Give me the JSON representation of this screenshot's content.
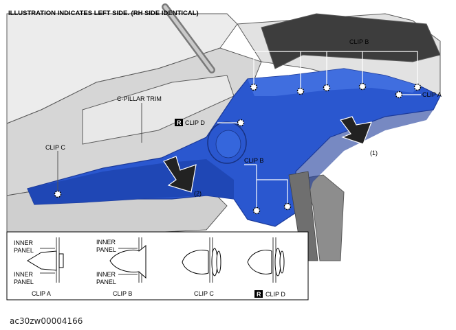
{
  "header": {
    "note": "ILLUSTRATION INDICATES LEFT SIDE. (RH SIDE IDENTICAL)"
  },
  "labels": {
    "clip_b_top": "CLIP B",
    "clip_a": "CLIP A",
    "c_pillar_trim": "C-PILLAR TRIM",
    "clip_d": "CLIP D",
    "clip_c": "CLIP C",
    "clip_b_mid": "CLIP B",
    "step_1": "(1)",
    "step_2": "(2)",
    "r_mark": "R"
  },
  "inset": {
    "inner_panel_a_top": [
      "INNER",
      "PANEL"
    ],
    "inner_panel_a_bottom": [
      "INNER",
      "PANEL"
    ],
    "inner_panel_b_top": [
      "INNER",
      "PANEL"
    ],
    "inner_panel_b_bottom": [
      "INNER",
      "PANEL"
    ],
    "caption_a": "CLIP A",
    "caption_b": "CLIP B",
    "caption_c": "CLIP C",
    "caption_d": "CLIP D",
    "r_mark": "R"
  },
  "footer": {
    "code": "ac30zw00004166"
  },
  "colors": {
    "trim_blue": "#2a57cf",
    "trim_dark": "#1c3a99",
    "body_gray": "#d9d9d9",
    "arrow": "#222222"
  }
}
